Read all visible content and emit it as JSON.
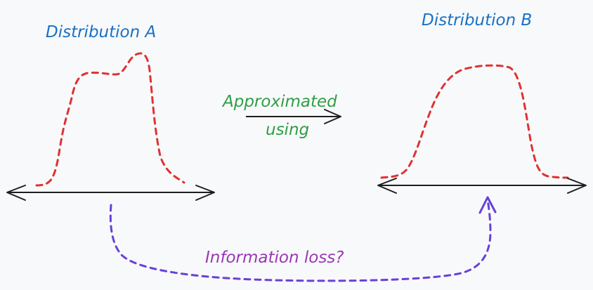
{
  "labels": {
    "distribution_a": "Distribution A",
    "distribution_b": "Distribution B",
    "approximated_line1": "Approximated",
    "approximated_line2": "using",
    "information_loss": "Information loss?"
  },
  "colors": {
    "background": "#f8f9fb",
    "title": "#1971c2",
    "approx": "#2f9e44",
    "loss": "#9c36b5",
    "curve": "#e03131",
    "loss_arrow": "#6741d9",
    "axis": "#1e1e1e"
  }
}
